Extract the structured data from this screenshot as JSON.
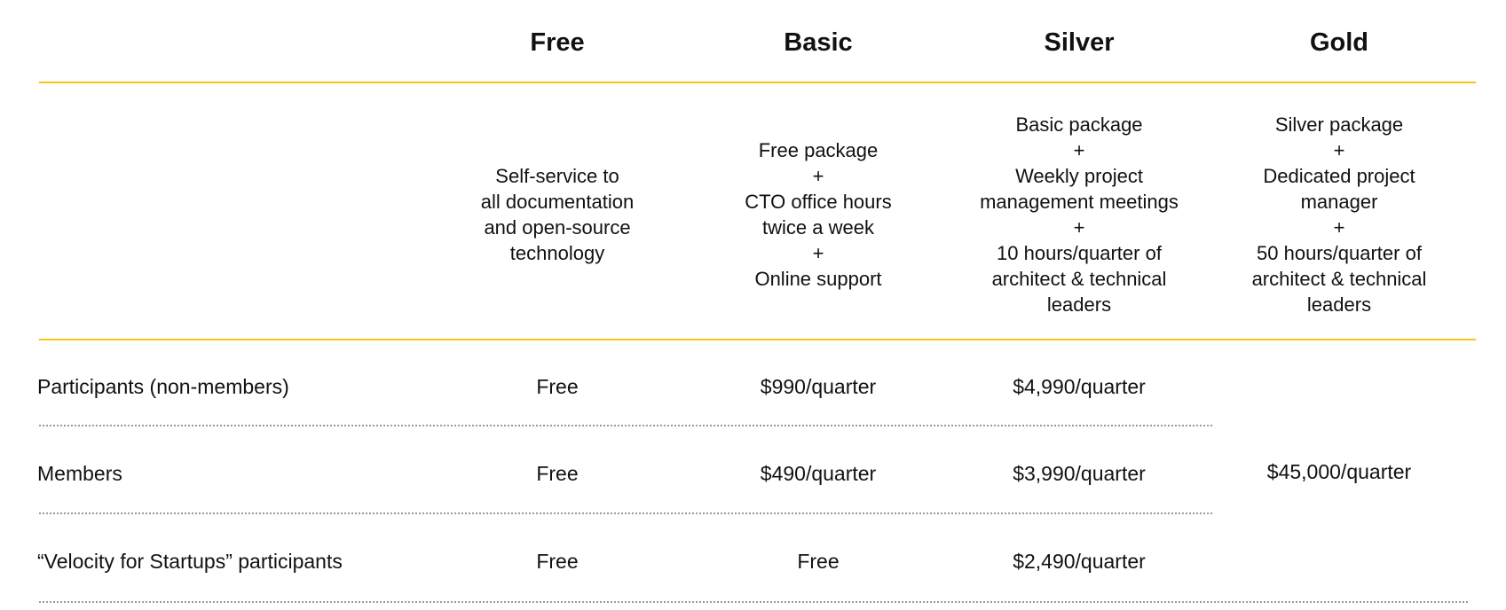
{
  "plans": [
    {
      "name": "Free",
      "description": [
        "Self-service to",
        "all documentation",
        "and open-source",
        "technology"
      ]
    },
    {
      "name": "Basic",
      "description": [
        "Free package",
        "+",
        "CTO office hours",
        "twice a week",
        "+",
        "Online support"
      ]
    },
    {
      "name": "Silver",
      "description": [
        "Basic package",
        "+",
        "Weekly project",
        "management meetings",
        "+",
        "10 hours/quarter of",
        "architect & technical",
        "leaders"
      ]
    },
    {
      "name": "Gold",
      "description": [
        "Silver package",
        "+",
        "Dedicated project",
        "manager",
        "+",
        "50 hours/quarter of",
        "architect & technical",
        "leaders"
      ]
    }
  ],
  "rows": [
    {
      "label": "Participants (non-members)",
      "prices": [
        "Free",
        "$990/quarter",
        "$4,990/quarter"
      ]
    },
    {
      "label": "Members",
      "prices": [
        "Free",
        "$490/quarter",
        "$3,990/quarter"
      ]
    },
    {
      "label": "“Velocity for Startups” participants",
      "prices": [
        "Free",
        "Free",
        "$2,490/quarter"
      ]
    }
  ],
  "gold_price": "$45,000/quarter",
  "colors": {
    "rule": "#f5c518",
    "dots": "#9a9a9a",
    "text": "#111111"
  }
}
